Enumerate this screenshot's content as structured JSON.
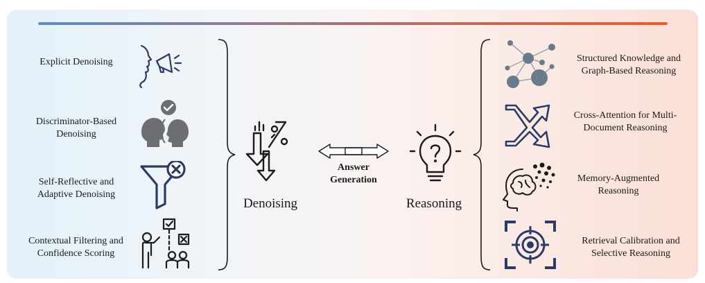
{
  "colors": {
    "icon_gray": "#6d6e71",
    "icon_navy": "#2b3a67",
    "line_start": "#5e8cc4",
    "line_end": "#f05a2a",
    "node_gray": "#6a7b8c"
  },
  "left": {
    "items": [
      {
        "icon": "megaphone-speaker-icon",
        "label": "Explicit Denoising"
      },
      {
        "icon": "discriminator-heads-icon",
        "label": "Discriminator-Based\nDenoising"
      },
      {
        "icon": "filter-x-icon",
        "label": "Self-Reflective and\nAdaptive Denoising"
      },
      {
        "icon": "presenter-checklist-icon",
        "label": "Contextual Filtering and\nConfidence Scoring"
      }
    ]
  },
  "center": {
    "denoising_label": "Denoising",
    "reasoning_label": "Reasoning",
    "answer_label": "Answer\nGeneration"
  },
  "right": {
    "items": [
      {
        "icon": "knowledge-graph-icon",
        "label": "Structured Knowledge and\nGraph-Based Reasoning"
      },
      {
        "icon": "crossing-arrows-icon",
        "label": "Cross-Attention for Multi-\nDocument Reasoning"
      },
      {
        "icon": "memory-brain-icon",
        "label": "Memory-Augmented\nReasoning"
      },
      {
        "icon": "target-crosshair-icon",
        "label": "Retrieval Calibration and\nSelective Reasoning"
      }
    ]
  }
}
